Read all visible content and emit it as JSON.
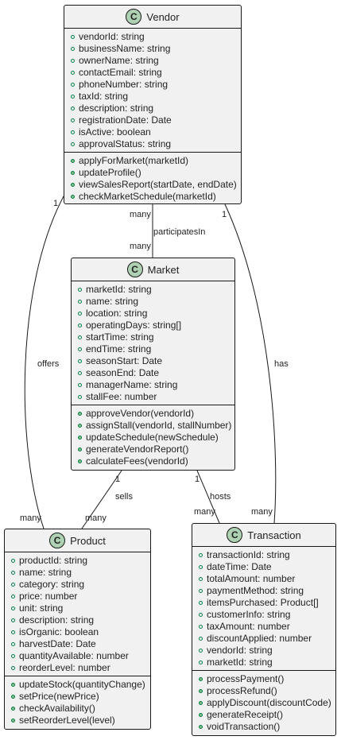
{
  "classes": {
    "vendor": {
      "name": "Vendor",
      "stereotype": "C",
      "attributes": [
        "vendorId: string",
        "businessName: string",
        "ownerName: string",
        "contactEmail: string",
        "phoneNumber: string",
        "taxId: string",
        "description: string",
        "registrationDate: Date",
        "isActive: boolean",
        "approvalStatus: string"
      ],
      "methods": [
        "applyForMarket(marketId)",
        "updateProfile()",
        "viewSalesReport(startDate, endDate)",
        "checkMarketSchedule(marketId)"
      ]
    },
    "market": {
      "name": "Market",
      "stereotype": "C",
      "attributes": [
        "marketId: string",
        "name: string",
        "location: string",
        "operatingDays: string[]",
        "startTime: string",
        "endTime: string",
        "seasonStart: Date",
        "seasonEnd: Date",
        "managerName: string",
        "stallFee: number"
      ],
      "methods": [
        "approveVendor(vendorId)",
        "assignStall(vendorId, stallNumber)",
        "updateSchedule(newSchedule)",
        "generateVendorReport()",
        "calculateFees(vendorId)"
      ]
    },
    "product": {
      "name": "Product",
      "stereotype": "C",
      "attributes": [
        "productId: string",
        "name: string",
        "category: string",
        "price: number",
        "unit: string",
        "description: string",
        "isOrganic: boolean",
        "harvestDate: Date",
        "quantityAvailable: number",
        "reorderLevel: number"
      ],
      "methods": [
        "updateStock(quantityChange)",
        "setPrice(newPrice)",
        "checkAvailability()",
        "setReorderLevel(level)"
      ]
    },
    "transaction": {
      "name": "Transaction",
      "stereotype": "C",
      "attributes": [
        "transactionId: string",
        "dateTime: Date",
        "totalAmount: number",
        "paymentMethod: string",
        "itemsPurchased: Product[]",
        "customerInfo: string",
        "taxAmount: number",
        "discountApplied: number",
        "vendorId: string",
        "marketId: string"
      ],
      "methods": [
        "processPayment()",
        "processRefund()",
        "applyDiscount(discountCode)",
        "generateReceipt()",
        "voidTransaction()"
      ]
    }
  },
  "relations": {
    "participates": {
      "label": "participatesIn",
      "from_mult": "many",
      "to_mult": "many"
    },
    "offers": {
      "label": "offers",
      "from_mult": "1",
      "to_mult": "many"
    },
    "has": {
      "label": "has",
      "from_mult": "1",
      "to_mult": "many"
    },
    "sells": {
      "label": "sells",
      "from_mult": "1",
      "to_mult": "many"
    },
    "hosts": {
      "label": "hosts",
      "from_mult": "1",
      "to_mult": "many"
    }
  },
  "colors": {
    "box_fill": "#f1f1f1",
    "badge_fill": "#add1b2",
    "border": "#181818",
    "visibility_green": "#038048"
  }
}
